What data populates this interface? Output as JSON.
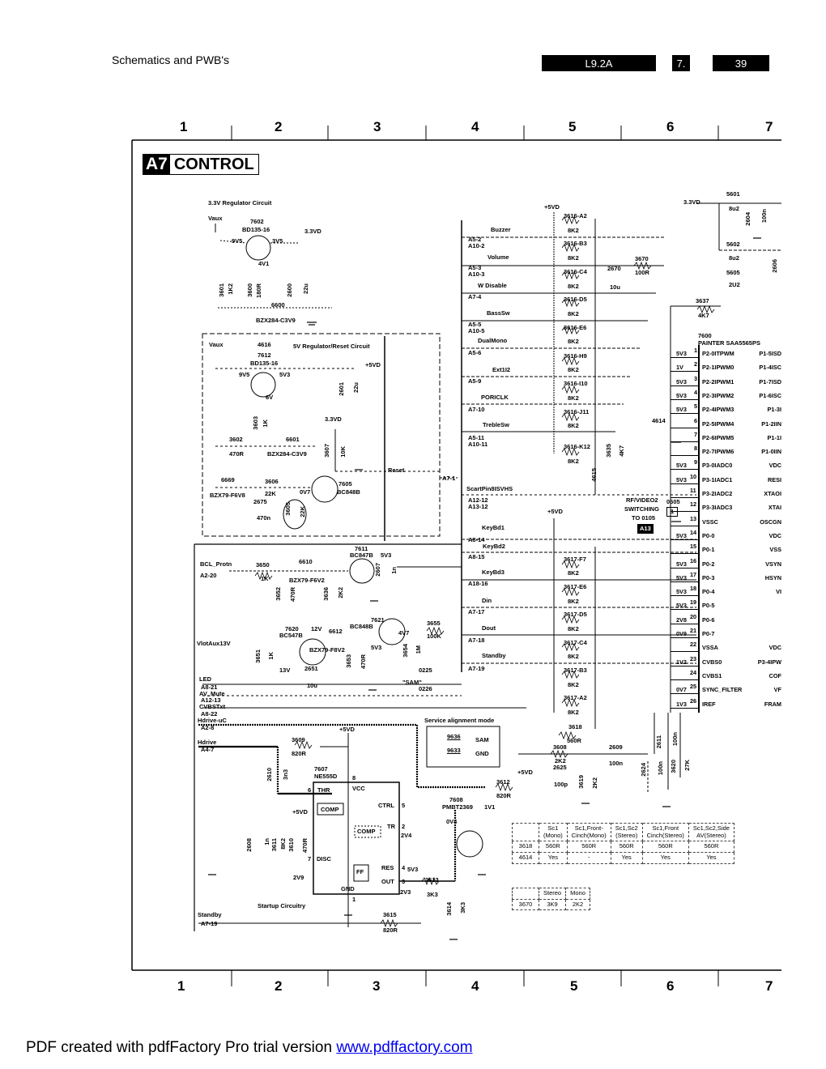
{
  "header": {
    "title": "Schematics and PWB's",
    "model": "L9.2A",
    "chapter": "7.",
    "page": "39"
  },
  "grid": {
    "columns": [
      "1",
      "2",
      "3",
      "4",
      "5",
      "6",
      "7"
    ]
  },
  "diagram": {
    "id": "A7",
    "title": "CONTROL",
    "reg33": {
      "label": "3.3V Regulator Circuit",
      "vaux": "Vaux",
      "transistor": "7602",
      "part": "BD135-16",
      "v_in": "9V5",
      "v_out": "3V5",
      "v_base": "4V1",
      "out_label": "3.3VD",
      "r1": "3601",
      "r1v": "1K2",
      "r2": "3600",
      "r2v": "180R",
      "c1": "2600",
      "c1v": "22u",
      "zener": "6600",
      "zener_part": "BZX284-C3V9"
    },
    "reg5": {
      "label": "5V Regulator/Reset Circuit",
      "vaux": "Vaux",
      "fuse": "4616",
      "transistor": "7612",
      "part": "BD135-16",
      "v_in": "9V5",
      "v_out": "5V3",
      "v_base": "6V",
      "out_label": "+5VD",
      "c1": "2601",
      "c1v": "22u",
      "r1": "3603",
      "r1v": "1K",
      "r2": "3602",
      "r2v": "470R",
      "zener": "6601",
      "zener_part": "BZX284-C3V9",
      "vd": "3.3VD",
      "r3": "3607",
      "r3v": "10K",
      "reset": "Reset",
      "reset_conn": "A7-1",
      "z2": "6669",
      "z2_part": "BZX79-F6V8",
      "r4": "3606",
      "r4v": "22K",
      "c2": "2675",
      "c2v": "470n",
      "r5": "3605",
      "r5v": "22K",
      "t2": "7605",
      "t2_part": "BC848B",
      "t2_v": "0V7"
    },
    "signals": [
      {
        "name": "Buzzer",
        "conn": [
          "A5-2",
          "A10-2"
        ]
      },
      {
        "name": "Volume",
        "conn": [
          "A5-3",
          "A10-3"
        ]
      },
      {
        "name": "W Disable",
        "conn": [
          "A7-4"
        ]
      },
      {
        "name": "BassSw",
        "conn": [
          "A5-5",
          "A10-5"
        ]
      },
      {
        "name": "DualMono",
        "conn": [
          "A5-6"
        ]
      },
      {
        "name": "Ext1I2",
        "conn": [
          "A5-9"
        ]
      },
      {
        "name": "PORICLK",
        "conn": [
          "A7-10"
        ]
      },
      {
        "name": "TrebleSw",
        "conn": [
          "A5-11",
          "A10-11"
        ]
      },
      {
        "name": "ScartPin8ISVHS",
        "conn": [
          "A12-12",
          "A13-12"
        ]
      },
      {
        "name": "KeyBd1",
        "conn": [
          "A8-14"
        ]
      },
      {
        "name": "KeyBd2",
        "conn": [
          "A8-15"
        ]
      },
      {
        "name": "KeyBd3",
        "conn": [
          "A18-16"
        ]
      },
      {
        "name": "Din",
        "conn": [
          "A7-17"
        ]
      },
      {
        "name": "Dout",
        "conn": [
          "A7-18"
        ]
      },
      {
        "name": "Standby",
        "conn": [
          "A7-19"
        ]
      }
    ],
    "pullups_top": [
      {
        "ref": "3616-A2",
        "val": "8K2"
      },
      {
        "ref": "3616-B3",
        "val": "8K2"
      },
      {
        "ref": "3616-C4",
        "val": "8K2"
      },
      {
        "ref": "3616-D5",
        "val": "8K2"
      },
      {
        "ref": "3616-E6",
        "val": "8K2"
      },
      {
        "ref": "3616-H9",
        "val": "8K2"
      },
      {
        "ref": "3616-I10",
        "val": "8K2"
      },
      {
        "ref": "3616-J11",
        "val": "8K2"
      },
      {
        "ref": "3616-K12",
        "val": "8K2"
      }
    ],
    "pullups_bottom": [
      {
        "ref": "3617-F7",
        "val": "8K2"
      },
      {
        "ref": "3617-E6",
        "val": "8K2"
      },
      {
        "ref": "3617-D5",
        "val": "8K2"
      },
      {
        "ref": "3617-C4",
        "val": "8K2"
      },
      {
        "ref": "3617-B3",
        "val": "8K2"
      },
      {
        "ref": "3617-A2",
        "val": "8K2"
      }
    ],
    "misc": {
      "vd5": "+5VD",
      "r3670": "3670",
      "r3670v": "100R",
      "c2670": "2670",
      "c2670v": "10u",
      "r3635": "3635",
      "r3635v": "4K7",
      "j4615": "4615",
      "j4614": "4614",
      "rf_note": [
        "RF/VIDEO2",
        "SWITCHING",
        "TO 0105"
      ],
      "rf_tag": "A13",
      "conn0605": "0605",
      "conn0605_pin": "1",
      "vd33": "3.3VD",
      "l5601": "5601",
      "l5601v": "8u2",
      "c2604": "2604",
      "c2604v": "100n",
      "l5602": "5602",
      "l5602v": "8u2",
      "c2606": "2606",
      "l5605": "5605",
      "l5605v": "2U2",
      "r3637": "3637",
      "r3637v": "4K7"
    },
    "ic7600": {
      "ref": "7600",
      "name": "PAINTER SAA5565PS",
      "pins_left": [
        {
          "n": "1",
          "v": "5V3",
          "name": "P2-0ITPWM"
        },
        {
          "n": "2",
          "v": "1V",
          "name": "P2-1IPWM0"
        },
        {
          "n": "3",
          "v": "5V3",
          "name": "P2-2IPWM1"
        },
        {
          "n": "4",
          "v": "5V3",
          "name": "P2-3IPWM2"
        },
        {
          "n": "5",
          "v": "5V3",
          "name": "P2-4IPWM3"
        },
        {
          "n": "6",
          "v": "",
          "name": "P2-5IPWM4"
        },
        {
          "n": "7",
          "v": "",
          "name": "P2-6IPWM5"
        },
        {
          "n": "8",
          "v": "",
          "name": "P2-7IPWM6"
        },
        {
          "n": "9",
          "v": "5V3",
          "name": "P3-0IADC0"
        },
        {
          "n": "10",
          "v": "5V3",
          "name": "P3-1IADC1"
        },
        {
          "n": "11",
          "v": "",
          "name": "P3-2IADC2"
        },
        {
          "n": "12",
          "v": "",
          "name": "P3-3IADC3"
        },
        {
          "n": "13",
          "v": "",
          "name": "VSSC"
        },
        {
          "n": "14",
          "v": "5V3",
          "name": "P0-0"
        },
        {
          "n": "15",
          "v": "",
          "name": "P0-1"
        },
        {
          "n": "16",
          "v": "5V3",
          "name": "P0-2"
        },
        {
          "n": "17",
          "v": "5V3",
          "name": "P0-3"
        },
        {
          "n": "18",
          "v": "5V3",
          "name": "P0-4"
        },
        {
          "n": "19",
          "v": "5V3",
          "name": "P0-5"
        },
        {
          "n": "20",
          "v": "2V8",
          "name": "P0-6"
        },
        {
          "n": "21",
          "v": "0V9",
          "name": "P0-7"
        },
        {
          "n": "22",
          "v": "",
          "name": "VSSA"
        },
        {
          "n": "23",
          "v": "1V2",
          "name": "CVBS0"
        },
        {
          "n": "24",
          "v": "",
          "name": "CVBS1"
        },
        {
          "n": "25",
          "v": "0V7",
          "name": "SYNC_FILTER"
        },
        {
          "n": "26",
          "v": "1V3",
          "name": "IREF"
        }
      ],
      "pins_right": [
        "P1-5ISD",
        "P1-4ISC",
        "P1-7ISD",
        "P1-6ISC",
        "P1-3I",
        "P1-2IIN",
        "P1-1I",
        "P1-0IIN",
        "VDC",
        "RESI",
        "XTAOI",
        "XTAI",
        "OSCGN",
        "VDC",
        "VSS",
        "VSYN",
        "HSYN",
        "VI",
        "",
        "",
        "",
        "VDC",
        "P3-4IPW",
        "COF",
        "VF",
        "FRAM"
      ]
    },
    "protect": {
      "bcl": "BCL_Protn",
      "bcl_conn": "A2-20",
      "r3650": "3650",
      "r3650v": "1K",
      "d6610": "6610",
      "d6610p": "BZX79-F6V2",
      "r3652": "3652",
      "r3652v": "470R",
      "r3636": "3636",
      "r3636v": "2K2",
      "t7611": "7611",
      "t7611p": "BC847B",
      "t7611v": "5V3",
      "c2607": "2607",
      "c2607v": "1n",
      "t7621": "7621",
      "t7621p": "BC848B",
      "t7621v": "4V7",
      "t7621v2": "5V3",
      "r3655": "3655",
      "r3655v": "100K",
      "t7620": "7620",
      "t7620p": "BC547B",
      "t7620v": "13V",
      "v12": "12V",
      "d6612": "6612",
      "d6612p": "BZX79-F8V2",
      "vlot": "VlotAux13V",
      "r3651": "3651",
      "r3651v": "1K",
      "c2651": "2651",
      "c2651v": "10u",
      "r3653": "3653",
      "r3653v": "470R",
      "r3654": "3654",
      "r3654v": "1M",
      "j0225": "0225",
      "sam": "\"SAM\"",
      "j0226": "0226"
    },
    "left_signals": [
      {
        "name": "LED",
        "conn": "A8-21"
      },
      {
        "name": "AV_Mute",
        "conn": "A12-13"
      },
      {
        "name": "CVBSTxt",
        "conn": "A8-22"
      },
      {
        "name": "Hdrive-uC",
        "conn": "A2-8"
      },
      {
        "name": "Hdrive",
        "conn": "A4-7"
      }
    ],
    "startup": {
      "label": "Startup Circuitry",
      "vd5": "+5VD",
      "r3609": "3609",
      "r3609v": "820R",
      "c2610": "2610",
      "c2610v": "3n3",
      "ic": "7607",
      "ic_part": "NE555D",
      "pins": {
        "vcc": "VCC",
        "thr": "THR",
        "comp": "COMP",
        "ctrl": "CTRL",
        "tr": "TR",
        "disc": "DISC",
        "ff": "FF",
        "res": "RES",
        "out": "OUT",
        "gnd": "GND"
      },
      "pin_nums": {
        "p8": "8",
        "p6": "6",
        "p5": "5",
        "p2": "2",
        "p7": "7",
        "p4": "4",
        "p3": "3",
        "p1": "1"
      },
      "v_2v4": "2V4",
      "v_5v3": "5V3",
      "v_2v3": "2V3",
      "v_2v9": "2V9",
      "vd5b": "+5VD",
      "c2608": "2608",
      "c2608v": "1n",
      "r3611": "3611",
      "r3611v": "8K2",
      "r3610": "3610",
      "r3610v": "470R",
      "r3613": "3613",
      "r3613v": "3K3",
      "r3614": "3614",
      "r3614v": "3K3",
      "standby": "Standby",
      "standby_conn": "A7-19",
      "r3615": "3615",
      "r3615v": "820R"
    },
    "sam_box": {
      "title": "Service alignment mode",
      "rows": [
        {
          "ref": "9636",
          "label": "SAM"
        },
        {
          "ref": "9633",
          "label": "GND"
        }
      ]
    },
    "video": {
      "r3618": "3618",
      "r3618v": "560R",
      "r3608": "3608",
      "r3608v": "2K2",
      "c2625": "2625",
      "c2625v": "100p",
      "c2609": "2609",
      "c2609v": "100n",
      "r3619": "3619",
      "r3619v": "2K2",
      "c2611": "2611",
      "c2611v": "100n",
      "c2624": "2624",
      "c2624v": "100n",
      "r3620": "3620",
      "r3620v": "27K",
      "vd5": "+5VD",
      "r3612": "3612",
      "r3612v": "820R",
      "t7608": "7608",
      "t7608p": "PMBT2369",
      "t7608v": "1V1",
      "t7608v2": "0V4"
    },
    "table1": {
      "headers": [
        "",
        "Sc1\n(Mono)",
        "Sc1,Front-\nCinch(Mono)",
        "Sc1,Sc2\n(Stereo)",
        "Sc1,Front\nCinch(Stereo)",
        "Sc1,Sc2,Side\nAV(Stereo)"
      ],
      "rows": [
        [
          "3618",
          "560R",
          "560R",
          "560R",
          "560R",
          "560R"
        ],
        [
          "4614",
          "Yes",
          "-",
          "Yes",
          "Yes",
          "Yes"
        ]
      ]
    },
    "table2": {
      "headers": [
        "",
        "Stereo",
        "Mono"
      ],
      "rows": [
        [
          "3670",
          "3K9",
          "2K2"
        ]
      ]
    }
  },
  "footer": {
    "text": "PDF created with pdfFactory Pro trial version ",
    "link": "www.pdffactory.com"
  }
}
